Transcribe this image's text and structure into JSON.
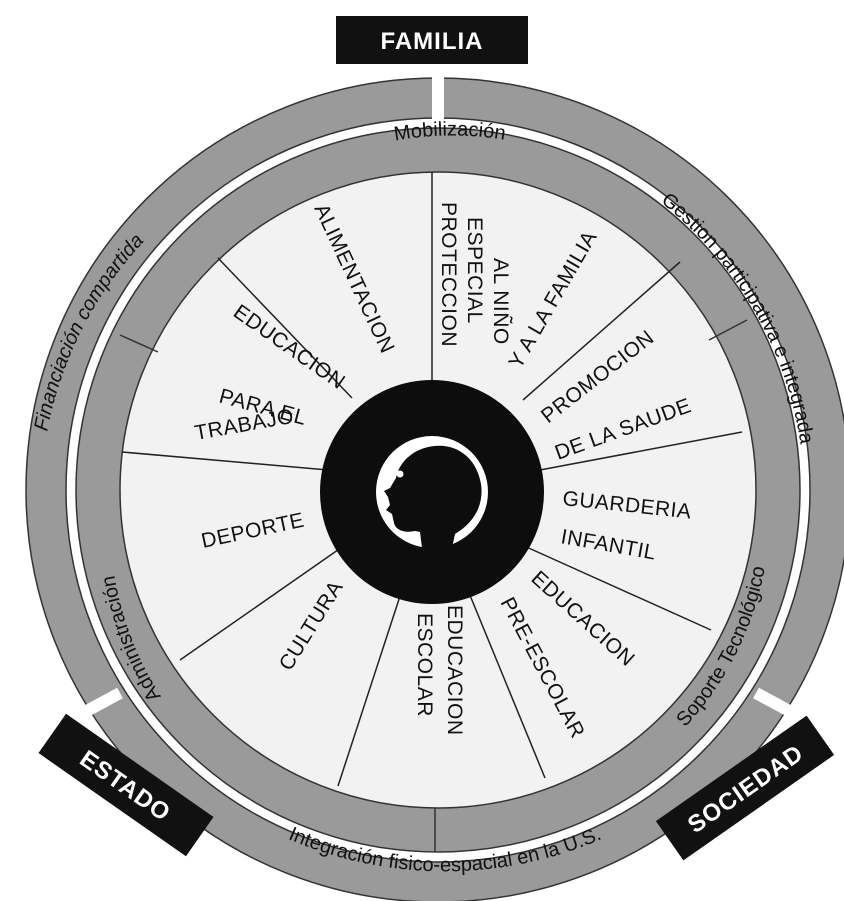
{
  "labels": {
    "top": "FAMILIA",
    "left": "ESTADO",
    "right": "SOCIEDAD"
  },
  "outer_ring": {
    "left": "Financiación compartida",
    "right": "Gestion participativa e integrada",
    "bottom": "Integración fisico-espacial en la U.S."
  },
  "inner_ring": {
    "top": "Mobilización",
    "left": "Administración",
    "right": "Soporte Tecnológico"
  },
  "segments": [
    [
      "PROTECCION",
      "ESPECIAL",
      "AL NIÑO",
      "Y A LA FAMILIA"
    ],
    [
      "PROMOCION",
      "DE LA SAUDE"
    ],
    [
      "GUARDERIA",
      "INFANTIL"
    ],
    [
      "EDUCACION",
      "PRE-ESCOLAR"
    ],
    [
      "EDUCACION",
      "ESCOLAR"
    ],
    [
      "CULTURA"
    ],
    [
      "DEPORTE"
    ],
    [
      "EDUCACION",
      "PARA EL",
      "TRABAJO"
    ],
    [
      "ALIMENTACION"
    ]
  ],
  "center_icon": "child-head-silhouette-icon",
  "colors": {
    "ring_fill": "#9a9a9a",
    "wheel_fill": "#f2f2f2",
    "hub_fill": "#0d0d0d",
    "label_fill": "#111111"
  }
}
